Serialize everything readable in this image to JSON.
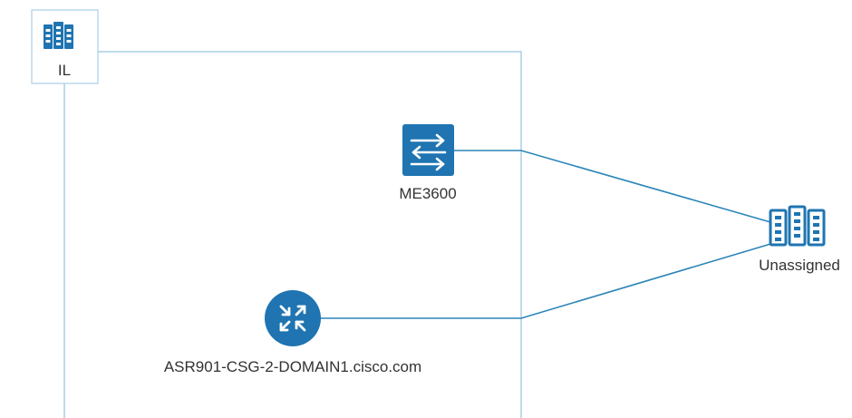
{
  "colors": {
    "group_border": "#a9cfe6",
    "link": "#2c86b8",
    "device": "#1f74b1",
    "site_icon": "#1f74b1",
    "label_text": "#333333"
  },
  "groups": [
    {
      "id": "il",
      "label": "IL",
      "icon": "building-icon"
    }
  ],
  "nodes": {
    "switch": {
      "label": "ME3600",
      "icon": "switch-arrows-icon"
    },
    "router": {
      "label": "ASR901-CSG-2-DOMAIN1.cisco.com",
      "icon": "router-arrows-icon"
    },
    "unassigned": {
      "label": "Unassigned",
      "icon": "building-icon"
    }
  },
  "links": [
    {
      "from": "ME3600",
      "to": "Unassigned"
    },
    {
      "from": "ASR901-CSG-2-DOMAIN1.cisco.com",
      "to": "Unassigned"
    }
  ]
}
